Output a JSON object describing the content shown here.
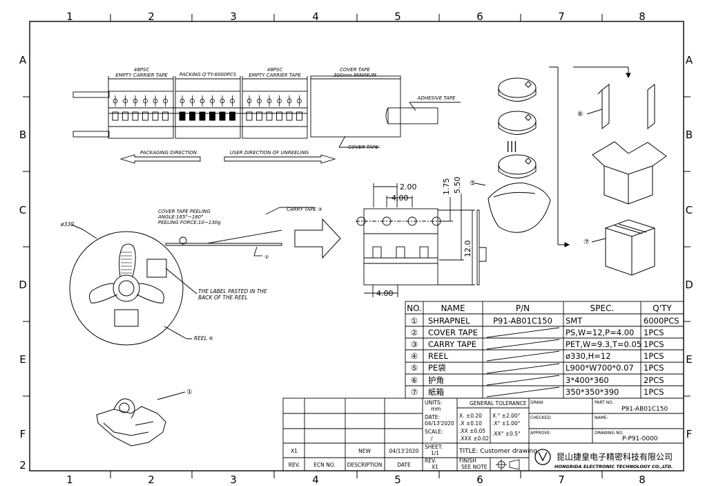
{
  "border": {
    "columns": [
      "1",
      "2",
      "3",
      "4",
      "5",
      "6",
      "7",
      "8"
    ],
    "rows": [
      "A",
      "B",
      "C",
      "D",
      "E",
      "F"
    ],
    "bottom_left_row": "2"
  },
  "tape": {
    "empty_carrier_left": {
      "line1": "48PSC",
      "line2": "EMPTY CARRIER TAPE"
    },
    "packing_qty": "PACKING Q'TY:6000PCS",
    "empty_carrier_right": {
      "line1": "48PSC",
      "line2": "EMPTY CARRIER TAPE"
    },
    "cover_tape_min": {
      "line1": "COVER TAPE",
      "line2": "300mm MINIMUM"
    },
    "adhesive_tape": "ADHESIVE TAPE",
    "cover_tape": "COVER TAPE",
    "packaging_direction": "PACKAGING DIRECTION",
    "user_direction": "USER DIRECTION OF UNREELING"
  },
  "peel": {
    "line1": "COVER TAPE PEELING",
    "line2": "ANGLE:165°~180°",
    "line3": "PEELING FORCE:10~130g",
    "carry_tape": "CARRY TAPE ③",
    "marker2": "②"
  },
  "reel": {
    "diameter": "ø330",
    "label_line1": "THE LABEL PASTED IN THE",
    "label_line2": "BACK OF THE REEL",
    "reel_label": "REEL ④"
  },
  "dimensions": {
    "pitch_2": "2.00",
    "pitch_4": "4.00",
    "d_175": "1.75",
    "d_550": "5.50",
    "width_12": "12.0",
    "bottom_4": "4.00"
  },
  "packing": {
    "marker5": "⑤",
    "marker6": "⑥",
    "marker7": "⑦",
    "marker1": "①",
    "stack_sep": "|||"
  },
  "bom": {
    "headers": [
      "NO.",
      "NAME",
      "P/N",
      "SPEC.",
      "Q'TY"
    ],
    "rows": [
      [
        "①",
        "SHRAPNEL",
        "P91-AB01C150",
        "SMT",
        "6000PCS"
      ],
      [
        "②",
        "COVER TAPE",
        "",
        "PS,W=12,P=4.00",
        "1PCS"
      ],
      [
        "③",
        "CARRY TAPE",
        "",
        "PET,W=9.3,T=0.05",
        "1PCS"
      ],
      [
        "④",
        "REEL",
        "",
        "ø330,H=12",
        "1PCS"
      ],
      [
        "⑤",
        "PE袋",
        "",
        "L900*W700*0.07",
        "1PCS"
      ],
      [
        "⑥",
        "护角",
        "",
        "3*400*360",
        "2PCS"
      ],
      [
        "⑦",
        "紙箱",
        "",
        "350*350*390",
        "1PCS"
      ]
    ]
  },
  "title_block": {
    "rev_row": {
      "rev": "X1",
      "ecn": "",
      "desc": "NEW",
      "date": "04/13'2020"
    },
    "rev_headers": {
      "rev": "REV.",
      "ecn": "ECN NO.",
      "desc": "DESCRIPTION",
      "date": "DATE"
    },
    "units_label": "UNITS:",
    "units_value": "mm",
    "date_label": "DATE:",
    "date_value": "04/13'2020",
    "scale_label": "SCALE:",
    "scale_value": "/",
    "sheet_label": "SHEET:",
    "sheet_value": "1/1",
    "rev_label": "REV.",
    "rev_value": "X1",
    "general_tolerance": "GENERAL TOLERANCE",
    "tol_left": [
      "X.   ±0.20",
      ".X   ±0.10",
      ".XX  ±0.05",
      ".XXX ±0.02"
    ],
    "tol_right": [
      "X.°  ±2.00°",
      ".X°  ±1.00°",
      ".XX° ±0.5°"
    ],
    "title": "TITLE: Customer drawing",
    "finish_label": "FINISH",
    "finish_value": "SEE NOTE",
    "draw": "DRAW:",
    "checked": "CHECKED:",
    "approve": "APPROVE:",
    "part_no_label": "PART NO.",
    "part_no": "P91-AB01C150",
    "name_label": "NAME:",
    "drawing_no_label": "DRAWING NO.",
    "drawing_no": "P-P91-0000",
    "company_cn": "昆山捷皇电子精密科技有限公司",
    "company_en": "HONGRIDA ELECTRONIC TECHNOLOGY CO.,LTD."
  }
}
